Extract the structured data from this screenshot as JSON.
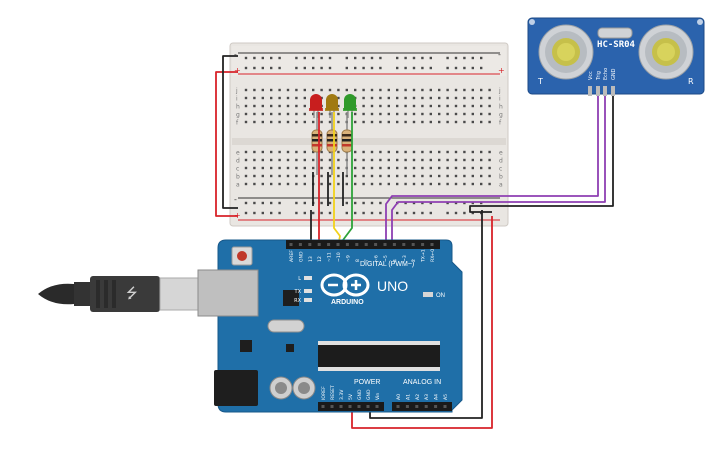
{
  "sensor": {
    "model": "HC-SR04",
    "pins": [
      "Vcc",
      "Trig",
      "Echo",
      "GND"
    ],
    "corner_left": "T",
    "corner_right": "R"
  },
  "breadboard": {
    "row_letters_top": [
      "j",
      "i",
      "h",
      "g",
      "f"
    ],
    "row_letters_bottom": [
      "e",
      "d",
      "c",
      "b",
      "a"
    ],
    "columns": 30,
    "rail_minus": "-",
    "rail_plus": "+"
  },
  "leds": [
    {
      "color_name": "red",
      "color": "#c81e1e"
    },
    {
      "color_name": "yellow",
      "color": "#a07a12"
    },
    {
      "color_name": "green",
      "color": "#2f9a2a"
    }
  ],
  "arduino": {
    "brand": "ARDUINO",
    "model": "UNO",
    "digital_header": "DIGITAL (PWM~)",
    "power_header": "POWER",
    "analog_header": "ANALOG IN",
    "on_label": "ON",
    "led_labels": [
      "L",
      "TX",
      "RX"
    ],
    "digital_pins": [
      "AREF",
      "GND",
      "13",
      "12",
      "~11",
      "~10",
      "~9",
      "8",
      "7",
      "~6",
      "~5",
      "4",
      "~3",
      "2",
      "TX→1",
      "RX←0"
    ],
    "power_pins": [
      "IOREF",
      "RESET",
      "3.3V",
      "5V",
      "GND",
      "GND",
      "Vin"
    ],
    "analog_pins": [
      "A0",
      "A1",
      "A2",
      "A3",
      "A4",
      "A5"
    ]
  },
  "wires": {
    "red": "#d8232a",
    "black": "#222222",
    "yellow": "#f2d21b",
    "green": "#2ea339",
    "purple": "#8e3fb3"
  },
  "colors": {
    "board_blue": "#1f6fa8",
    "board_dark": "#17588a",
    "breadboard": "#e9e6e2",
    "sensor_blue": "#2b63ad"
  }
}
